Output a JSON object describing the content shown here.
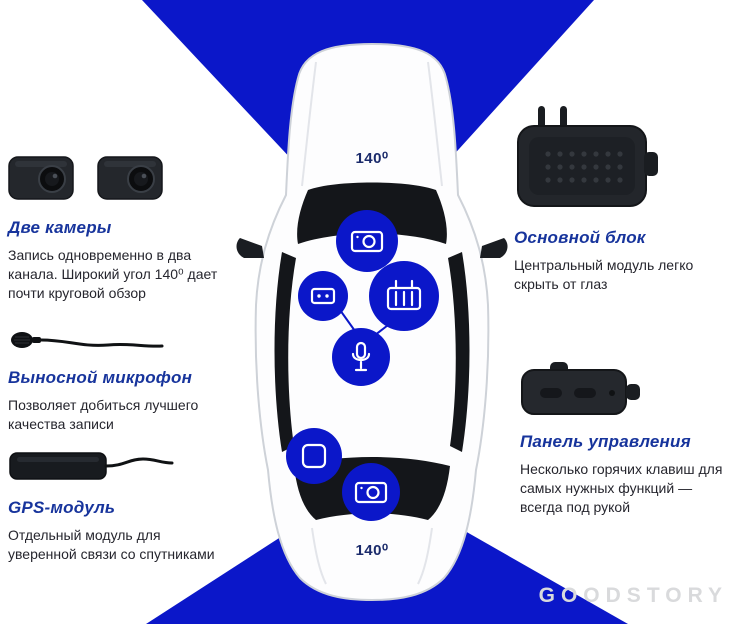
{
  "colors": {
    "accent_blue": "#0b17c9",
    "heading_blue": "#17349c",
    "label_navy": "#1b2b6b"
  },
  "fov": {
    "top_label": "140⁰",
    "bottom_label": "140⁰"
  },
  "features_left": [
    {
      "title": "Две камеры",
      "description": "Запись одновременно в два канала. Широкий угол 140⁰ дает почти круговой обзор"
    },
    {
      "title": "Выносной микрофон",
      "description": "Позволяет добиться лучшего качества записи"
    },
    {
      "title": "GPS-модуль",
      "description": "Отдельный модуль для уверенной связи со спутниками"
    }
  ],
  "features_right": [
    {
      "title": "Основной блок",
      "description": "Центральный модуль легко скрыть от глаз"
    },
    {
      "title": "Панель управления",
      "description": "Несколько горячих клавиш для самых нужных функций — всегда под рукой"
    }
  ],
  "watermark": "GOODSTORY"
}
